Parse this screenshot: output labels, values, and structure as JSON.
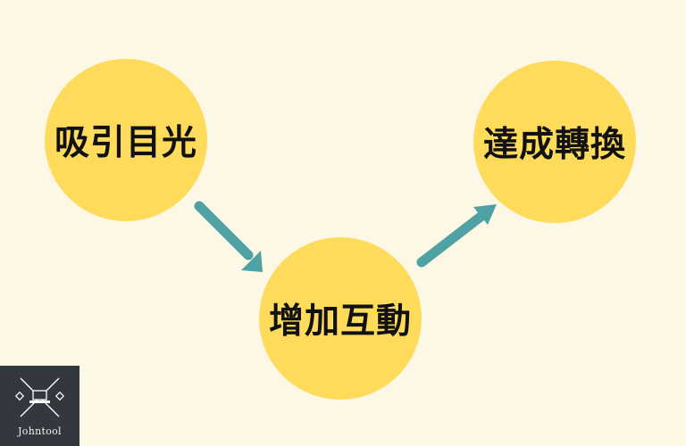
{
  "diagram": {
    "nodes": [
      {
        "label": "吸引目光"
      },
      {
        "label": "增加互動"
      },
      {
        "label": "達成轉換"
      }
    ],
    "colors": {
      "background": "#fdf8e6",
      "node_fill": "#fedb5b",
      "arrow": "#4fa2a3",
      "label": "#111111"
    }
  },
  "logo": {
    "text": "Johntool",
    "icon": "laptop-crossed-lines-icon",
    "background": "#33383f"
  }
}
